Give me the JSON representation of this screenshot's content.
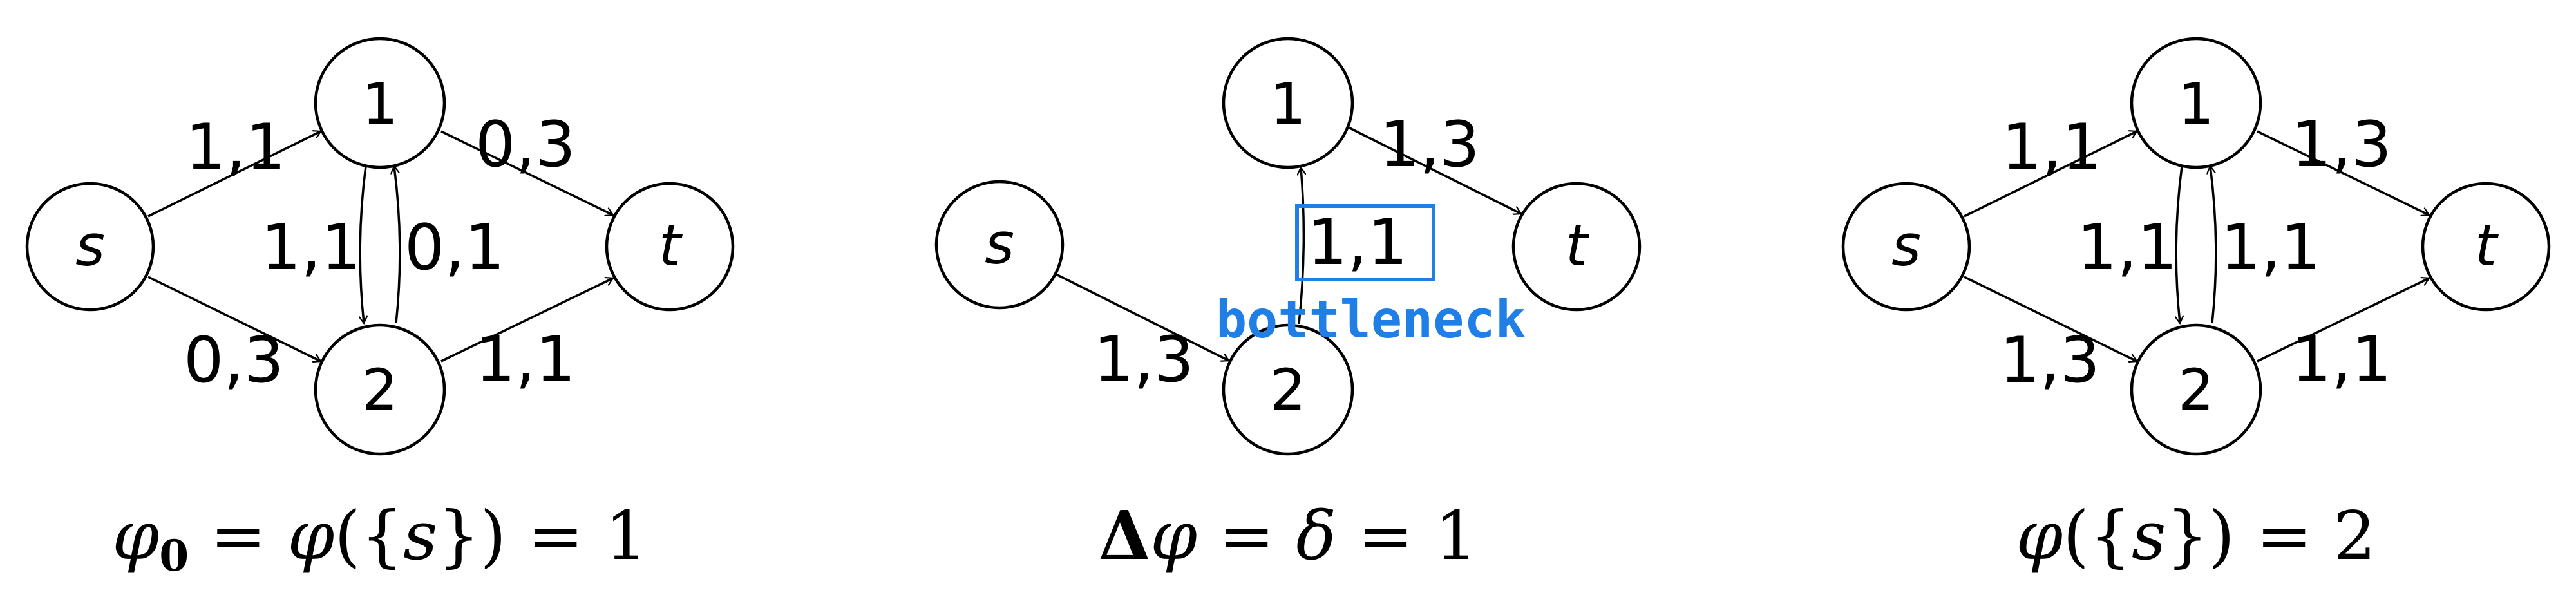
{
  "diagrams": [
    {
      "nodes": {
        "s": "s",
        "n1": "1",
        "n2": "2",
        "t": "t"
      },
      "edges": {
        "s_1": "1,1",
        "s_2": "0,3",
        "2_1": "1,1",
        "1_2": "0,1",
        "1_t": "0,3",
        "2_t": "1,1"
      },
      "caption": {
        "phi": "φ",
        "sub": "0",
        "eq1": " = ",
        "phi2": "φ",
        "open": "({",
        "s": "s",
        "close": "})",
        "eq2": " = 1"
      }
    },
    {
      "nodes": {
        "s": "s",
        "n1": "1",
        "n2": "2",
        "t": "t"
      },
      "edges": {
        "s_2": "1,3",
        "2_1": "1,1",
        "1_t": "1,3"
      },
      "highlight": {
        "label": "bottleneck",
        "color": "#1f7fe6"
      },
      "caption": {
        "delta": "Δ",
        "phi": "φ",
        "eq1": " = ",
        "small_delta": "δ",
        "eq2": " = 1"
      }
    },
    {
      "nodes": {
        "s": "s",
        "n1": "1",
        "n2": "2",
        "t": "t"
      },
      "edges": {
        "s_1": "1,1",
        "s_2": "1,3",
        "2_1": "1,1",
        "1_2": "1,1",
        "1_t": "1,3",
        "2_t": "1,1"
      },
      "caption": {
        "phi": "φ",
        "open": "({",
        "s": "s",
        "close": "})",
        "eq": " = 2"
      }
    }
  ]
}
